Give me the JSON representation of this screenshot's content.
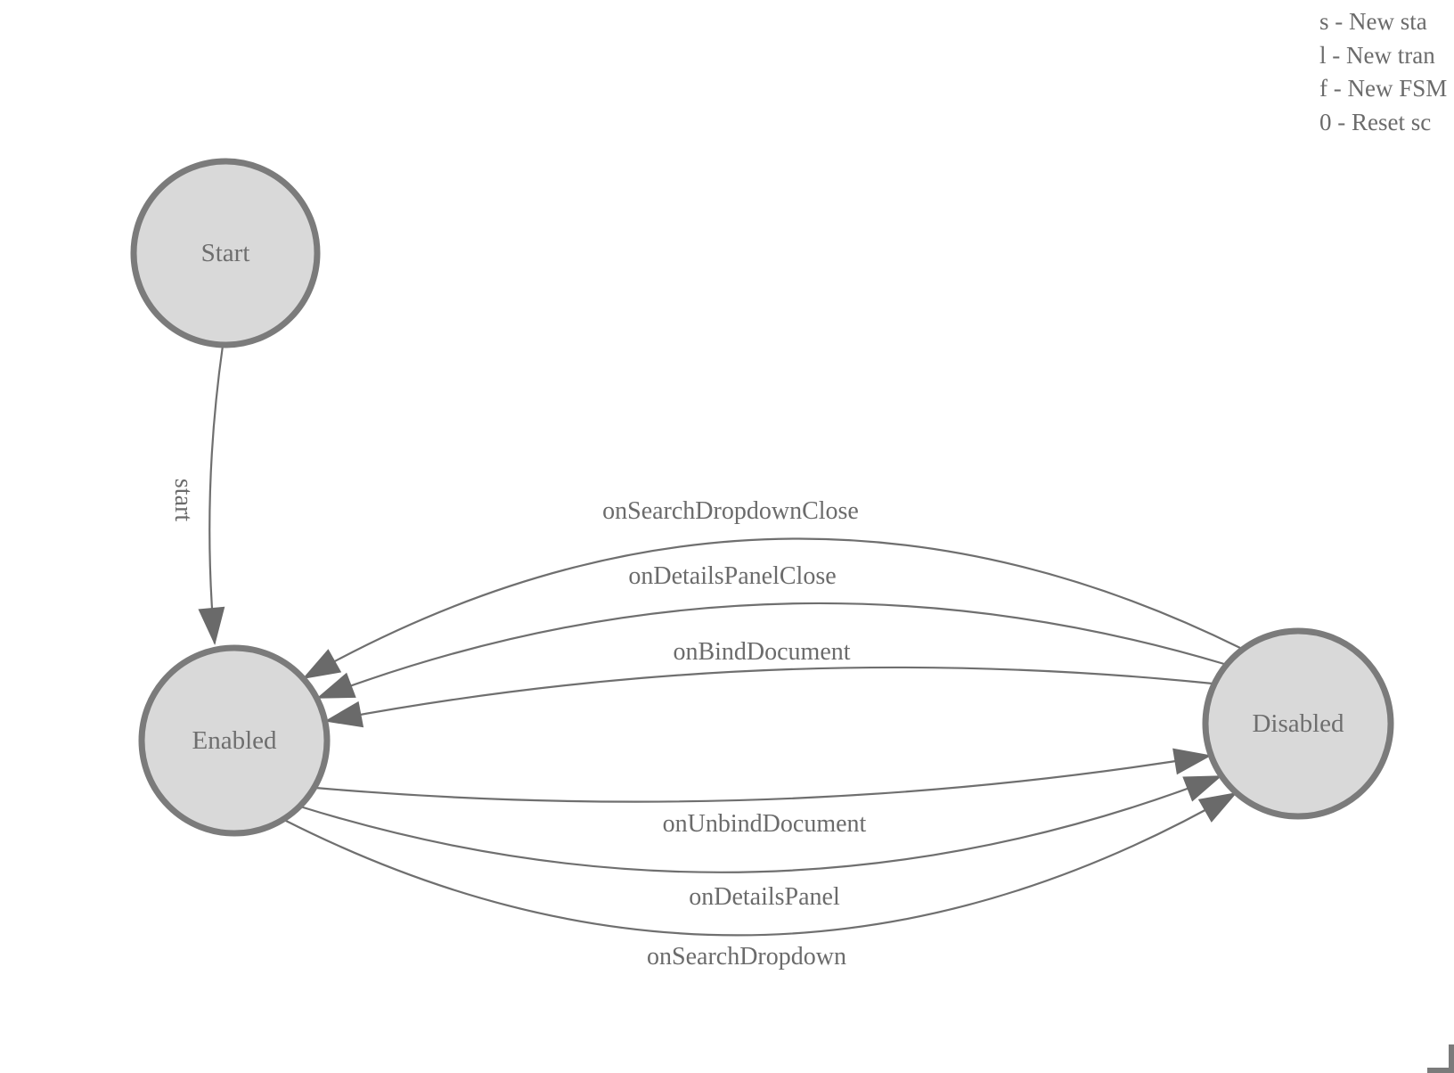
{
  "legend": {
    "lines": [
      "s - New sta",
      "l - New tran",
      "f - New FSM",
      "0 - Reset sc"
    ]
  },
  "diagram": {
    "states": [
      {
        "label": "Start"
      },
      {
        "label": "Enabled"
      },
      {
        "label": "Disabled"
      }
    ],
    "transitions": [
      {
        "label": "start",
        "from": "Start",
        "to": "Enabled"
      },
      {
        "label": "onSearchDropdownClose",
        "from": "Disabled",
        "to": "Enabled"
      },
      {
        "label": "onDetailsPanelClose",
        "from": "Disabled",
        "to": "Enabled"
      },
      {
        "label": "onBindDocument",
        "from": "Disabled",
        "to": "Enabled"
      },
      {
        "label": "onUnbindDocument",
        "from": "Enabled",
        "to": "Disabled"
      },
      {
        "label": "onDetailsPanel",
        "from": "Enabled",
        "to": "Disabled"
      },
      {
        "label": "onSearchDropdown",
        "from": "Enabled",
        "to": "Disabled"
      }
    ],
    "colors": {
      "background": "#ffffff",
      "node_fill": "#d9d9d9",
      "node_stroke": "#7b7b7b",
      "edge": "#6f6f6f",
      "arrow": "#6a6a6a",
      "text": "#6b6b6b"
    }
  }
}
